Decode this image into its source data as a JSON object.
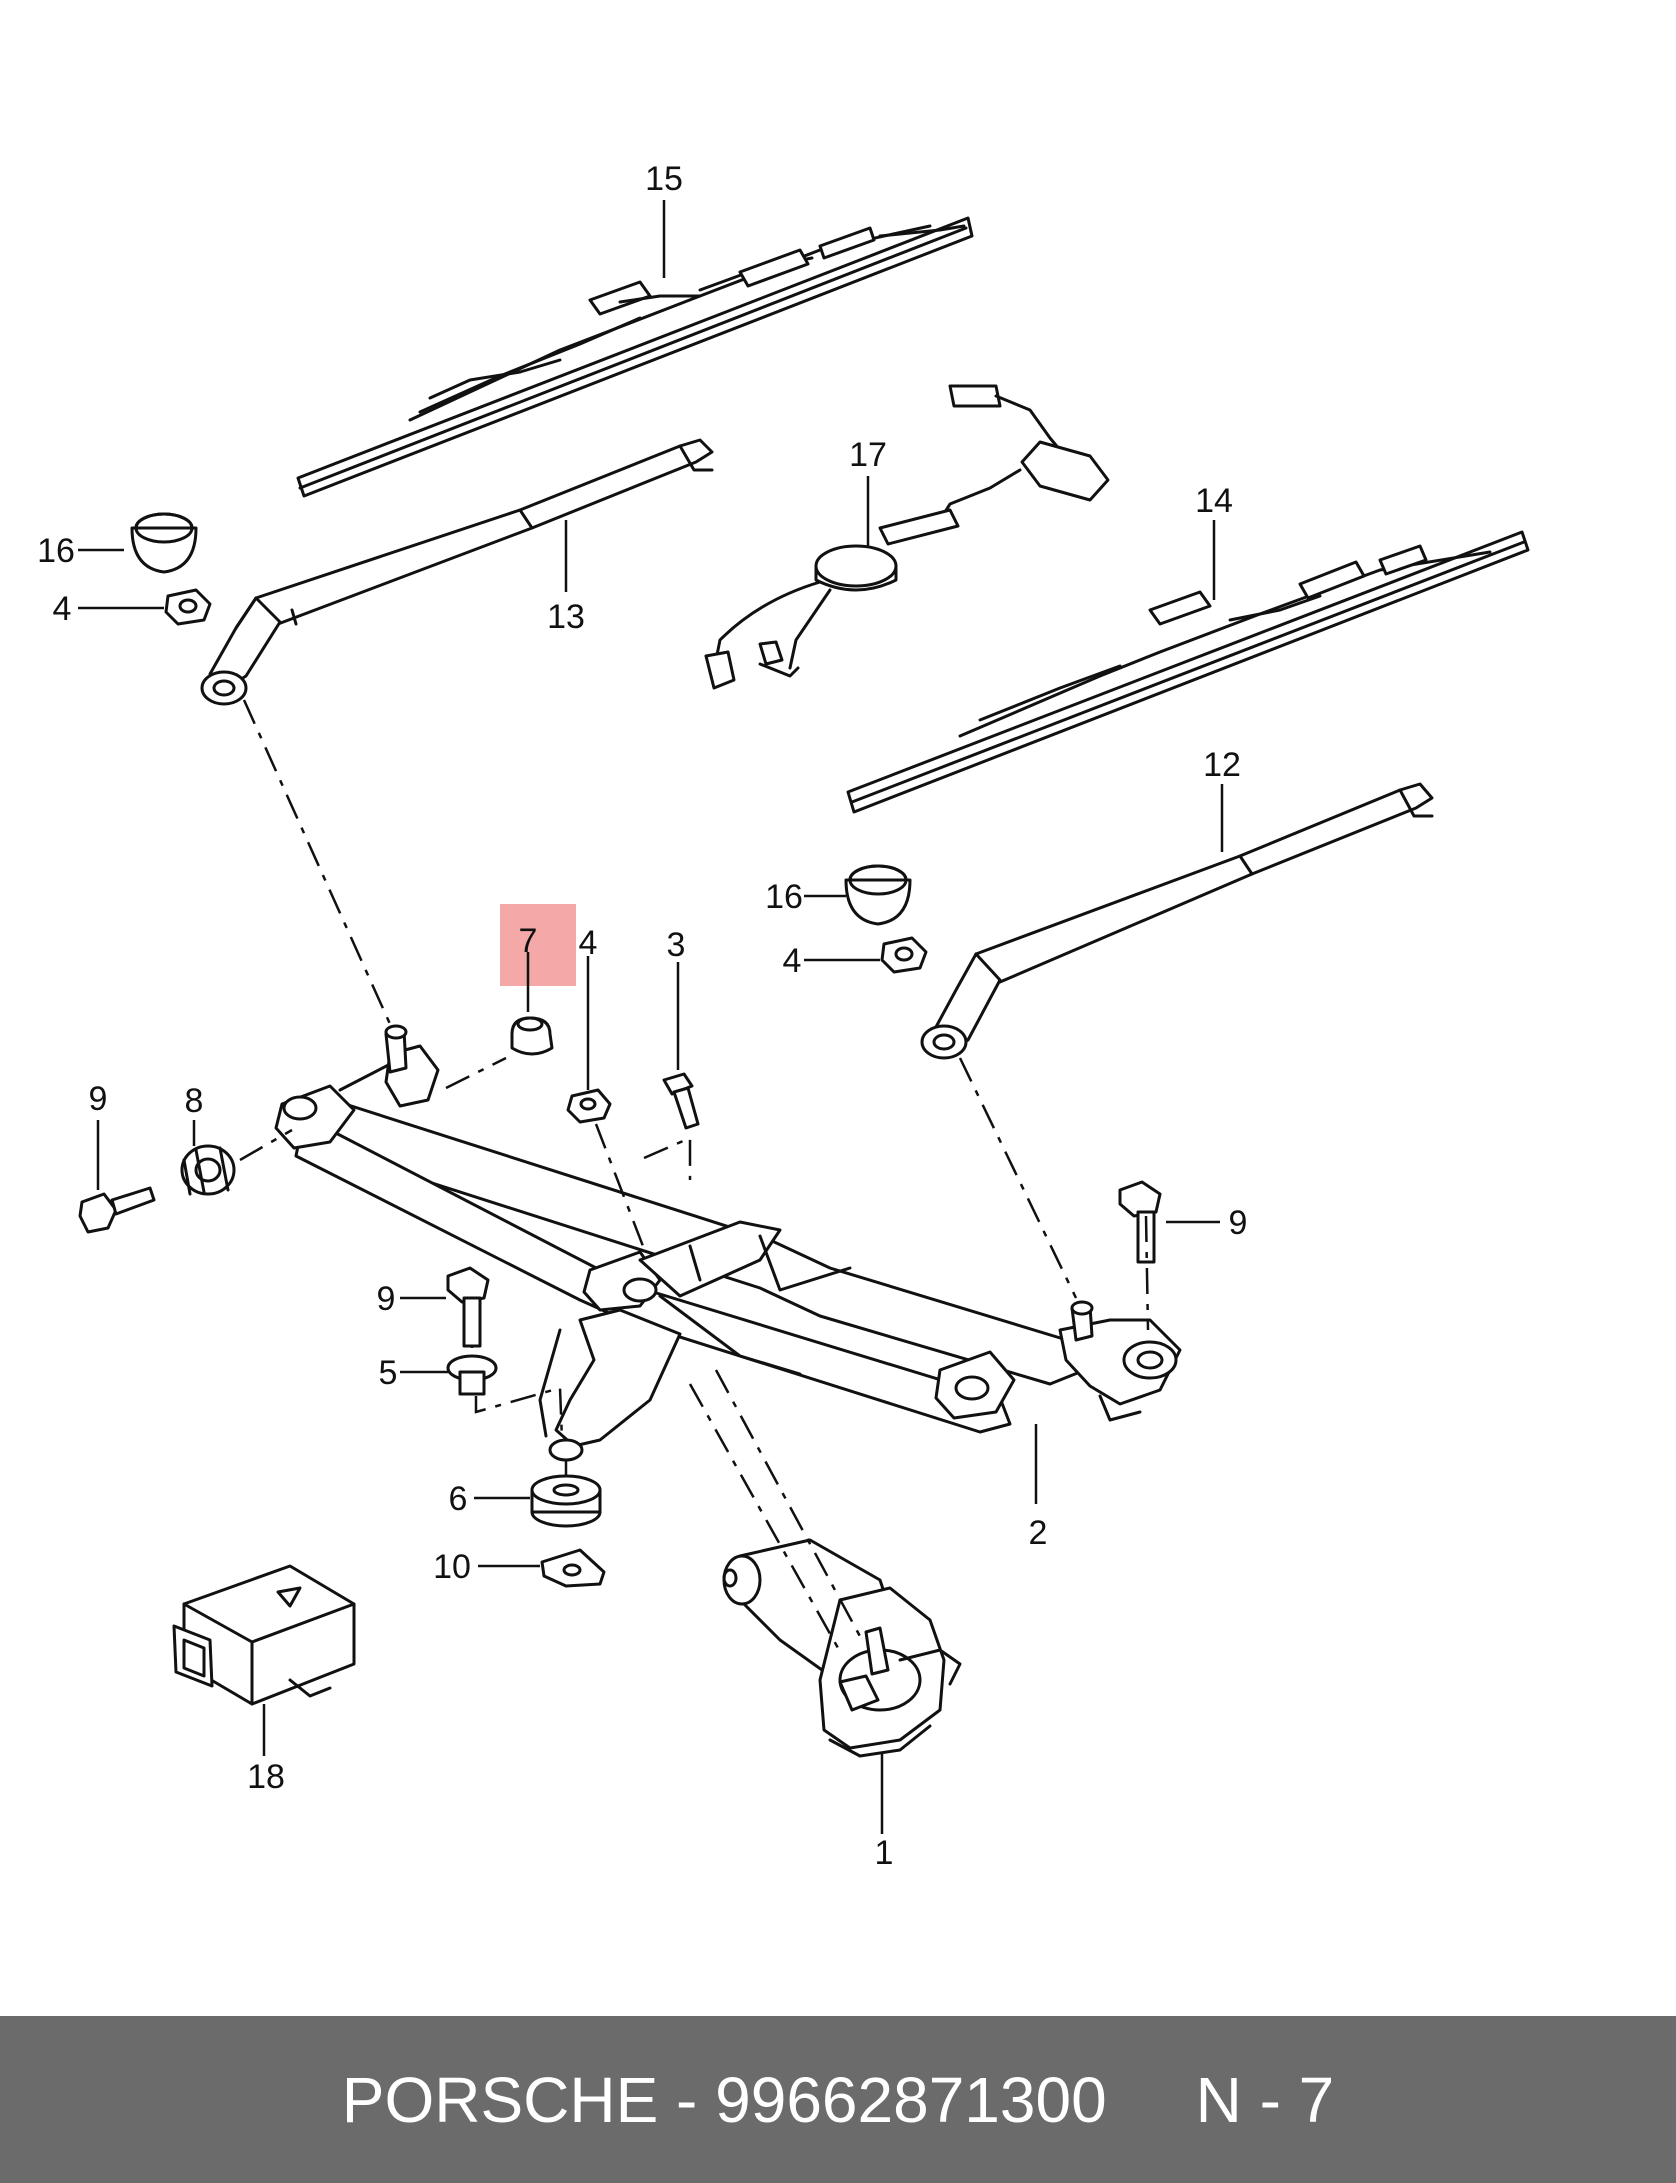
{
  "highlight_color": "#f4a9a8",
  "footer": {
    "brand": "PORSCHE",
    "separator": " - ",
    "part_number": "99662871300",
    "gap": "     ",
    "reference": "N - 7",
    "background": "#6b6b6b"
  },
  "callouts": {
    "c1": "1",
    "c2": "2",
    "c3": "3",
    "c4a": "4",
    "c4b": "4",
    "c4c": "4",
    "c5": "5",
    "c6": "6",
    "c7": "7",
    "c8": "8",
    "c9a": "9",
    "c9b": "9",
    "c9c": "9",
    "c10": "10",
    "c12": "12",
    "c13": "13",
    "c14": "14",
    "c15": "15",
    "c16a": "16",
    "c16b": "16",
    "c17": "17",
    "c18": "18"
  }
}
